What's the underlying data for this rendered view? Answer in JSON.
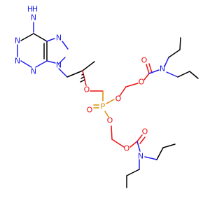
{
  "molecule": {
    "atoms": {
      "amine_h": "H",
      "amine_n": "N",
      "purine_n1": "N",
      "purine_n3": "N",
      "purine_n7": "N",
      "purine_n9": "N",
      "ether_o": "O",
      "phosphorus": "P",
      "phosphoryl_o": "O",
      "ester_o_upper": "O",
      "ester_o_lower": "O",
      "carbamate_o_upper": "O",
      "carbamate_carbonyl_o_upper": "O",
      "carbamate_n_upper": "N",
      "carbamate_o_lower": "O",
      "carbamate_carbonyl_o_lower": "O",
      "carbamate_n_lower": "N"
    },
    "colors": {
      "carbon_bonds": "#000000",
      "nitrogen": "#2222ee",
      "oxygen": "#ee1111",
      "phosphorus": "#e08a00"
    }
  }
}
